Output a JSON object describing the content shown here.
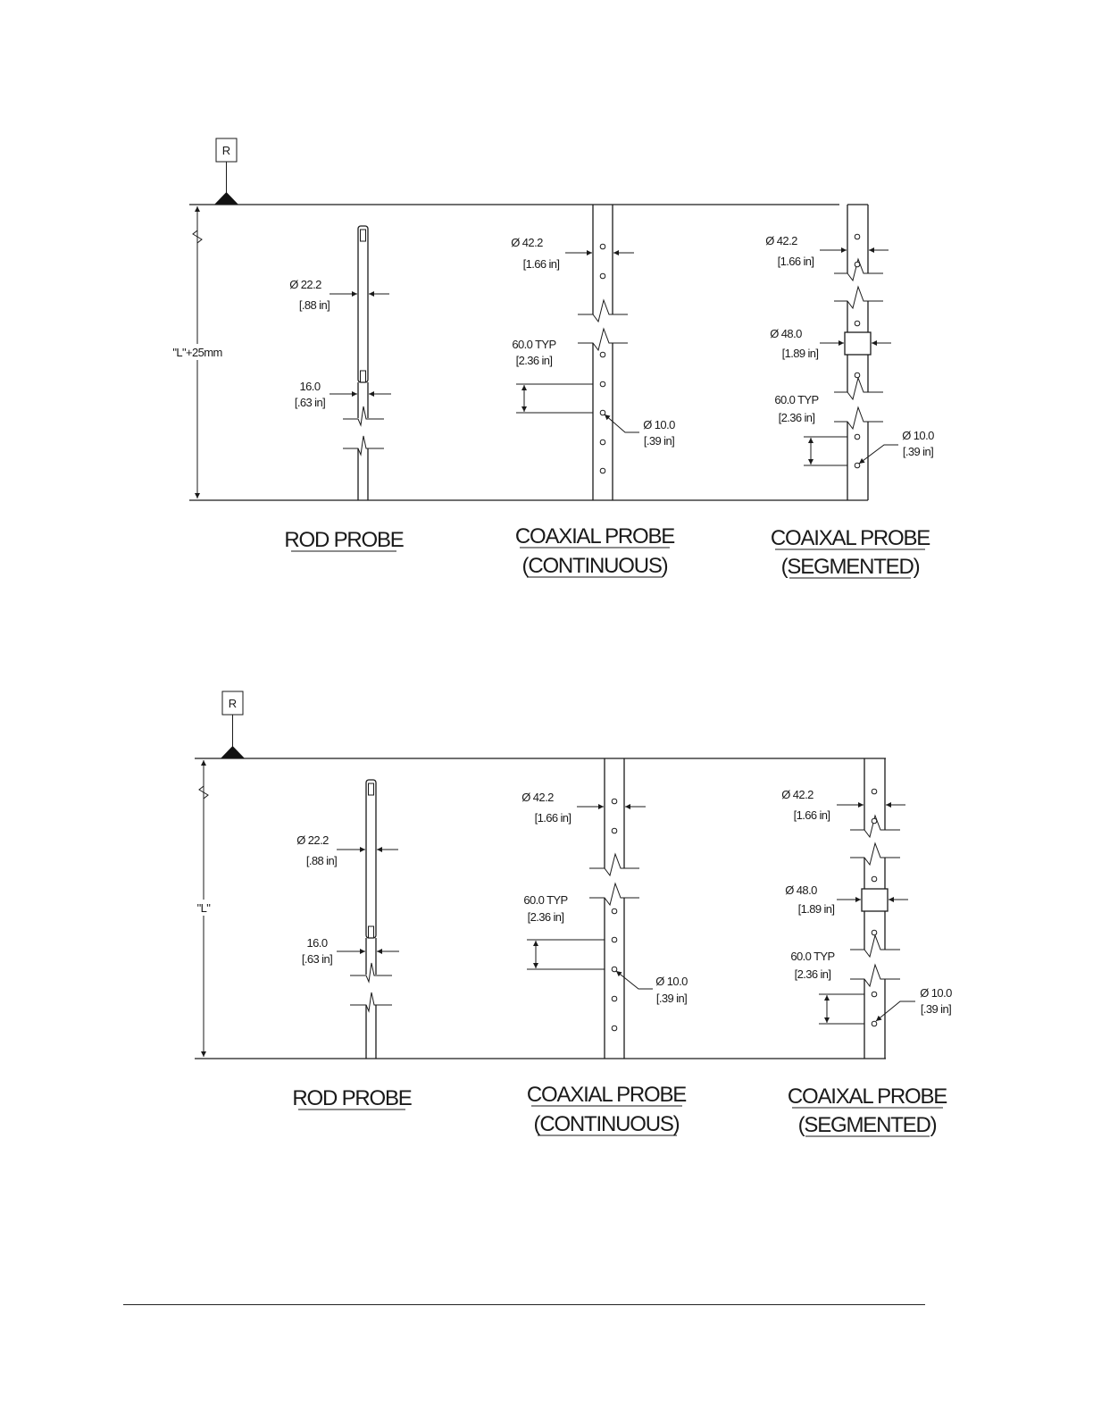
{
  "figure_top": {
    "reference_marker": "R",
    "length_label": "\"L\"+25mm",
    "rod": {
      "title": "ROD PROBE",
      "diam": "Ø 22.2",
      "diam_in": "[.88 in]",
      "tip": "16.0",
      "tip_in": "[.63 in]"
    },
    "coax_cont": {
      "title1": "COAXIAL PROBE",
      "title2": "(CONTINUOUS)",
      "diam": "Ø 42.2",
      "diam_in": "[1.66 in]",
      "pitch": "60.0 TYP",
      "pitch_in": "[2.36 in]",
      "hole": "Ø 10.0",
      "hole_in": "[.39 in]"
    },
    "coax_seg": {
      "title1": "COAIXAL PROBE",
      "title2": "(SEGMENTED)",
      "diam": "Ø 42.2",
      "diam_in": "[1.66 in]",
      "coupler": "Ø 48.0",
      "coupler_in": "[1.89 in]",
      "pitch": "60.0 TYP",
      "pitch_in": "[2.36 in]",
      "hole": "Ø 10.0",
      "hole_in": "[.39 in]"
    }
  },
  "figure_bottom": {
    "reference_marker": "R",
    "length_label": "\"L\"",
    "rod": {
      "title": "ROD PROBE",
      "diam": "Ø 22.2",
      "diam_in": "[.88 in]",
      "tip": "16.0",
      "tip_in": "[.63 in]"
    },
    "coax_cont": {
      "title1": "COAXIAL PROBE",
      "title2": "(CONTINUOUS)",
      "diam": "Ø 42.2",
      "diam_in": "[1.66 in]",
      "pitch": "60.0 TYP",
      "pitch_in": "[2.36 in]",
      "hole": "Ø 10.0",
      "hole_in": "[.39 in]"
    },
    "coax_seg": {
      "title1": "COAIXAL PROBE",
      "title2": "(SEGMENTED)",
      "diam": "Ø 42.2",
      "diam_in": "[1.66 in]",
      "coupler": "Ø 48.0",
      "coupler_in": "[1.89 in]",
      "pitch": "60.0 TYP",
      "pitch_in": "[2.36 in]",
      "hole": "Ø 10.0",
      "hole_in": "[.39 in]"
    }
  }
}
